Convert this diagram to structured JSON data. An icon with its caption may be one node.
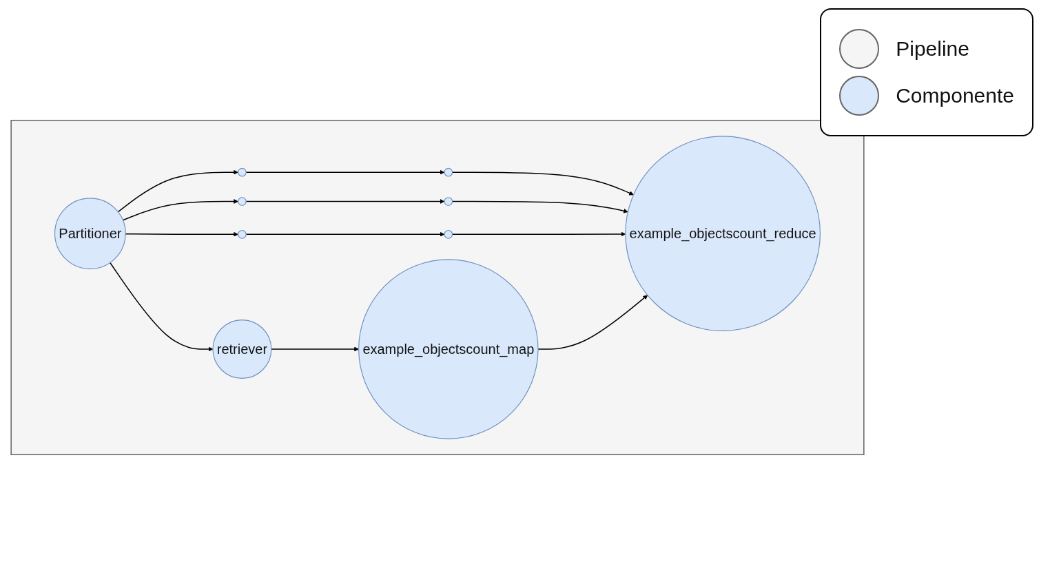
{
  "diagram": {
    "nodes": [
      {
        "text": [],
        "shape": "box"
      },
      {
        "text": [
          "Partitioner"
        ],
        "in": 0
      },
      {
        "text": [],
        "shape": "circle",
        "in": 0
      },
      {
        "text": [],
        "shape": "circle",
        "in": 0
      },
      {
        "text": [],
        "shape": "circle",
        "in": 0
      },
      {
        "text": [
          "retriever"
        ],
        "in": 0
      },
      {
        "text": [],
        "shape": "circle",
        "in": 0
      },
      {
        "text": [],
        "shape": "circle",
        "in": 0
      },
      {
        "text": [],
        "shape": "circle",
        "in": 0
      },
      {
        "text": [
          "example_objectscount_map"
        ],
        "in": 0
      },
      {
        "text": [
          "example_objectscount_reduce"
        ],
        "in": 0
      }
    ],
    "edges": [
      {
        "from": 1,
        "to": 2,
        "arrow": "to"
      },
      {
        "from": 1,
        "to": 3,
        "arrow": "to"
      },
      {
        "from": 1,
        "to": 4,
        "arrow": "to"
      },
      {
        "from": 1,
        "to": 5,
        "arrow": "to"
      },
      {
        "from": 2,
        "to": 6,
        "arrow": "to"
      },
      {
        "from": 3,
        "to": 7,
        "arrow": "to"
      },
      {
        "from": 4,
        "to": 8,
        "arrow": "to"
      },
      {
        "from": 5,
        "to": 9,
        "arrow": "to"
      },
      {
        "from": 6,
        "to": 10,
        "arrow": "to"
      },
      {
        "from": 7,
        "to": 10,
        "arrow": "to"
      },
      {
        "from": 8,
        "to": 10,
        "arrow": "to"
      },
      {
        "from": 9,
        "to": 10,
        "arrow": "to"
      }
    ],
    "legend": [
      {
        "text": "Pipeline",
        "color": "#f5f5f5"
      },
      {
        "text": "Componente",
        "color": "#dae8fc"
      }
    ]
  }
}
